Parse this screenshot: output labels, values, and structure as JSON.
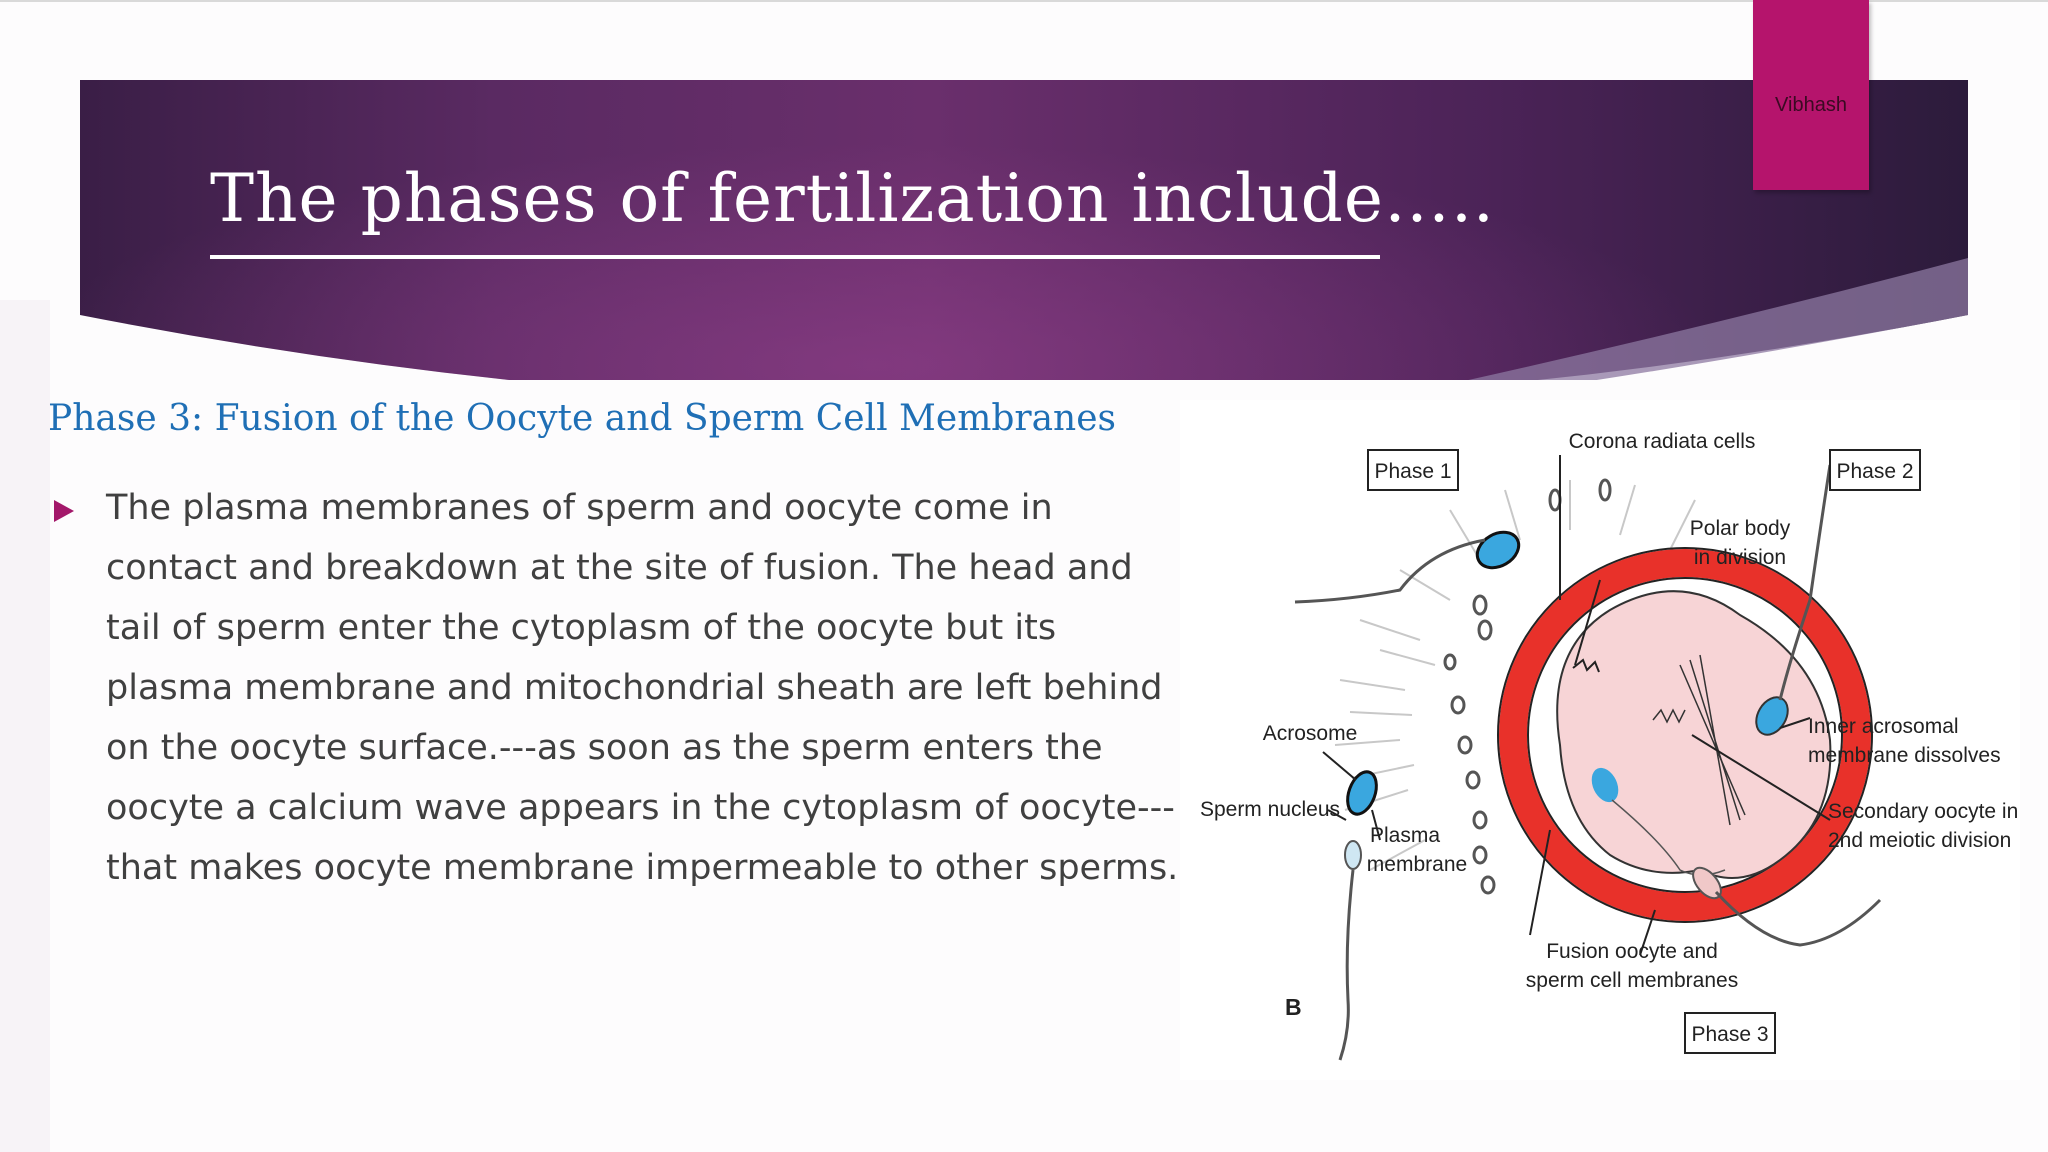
{
  "slide": {
    "title": "The phases of fertilization include…..",
    "tag": "Vibhash",
    "heading": "Phase 3: Fusion of the Oocyte and  Sperm Cell Membranes",
    "body": "The plasma membranes of sperm and oocyte come in contact and breakdown at the site of fusion. The head and tail of sperm enter the cytoplasm of the oocyte but its plasma membrane and mitochondrial sheath are left behind on the oocyte surface.---as soon as the sperm enters the oocyte a calcium wave appears in the cytoplasm of oocyte---that makes oocyte membrane impermeable to  other sperms."
  },
  "colors": {
    "banner": "#5a2a62",
    "tag": "#b5146c",
    "heading": "#1f6fb5",
    "bullet": "#a3186a",
    "zona": "#e8312a"
  },
  "figure": {
    "labels": {
      "phase1": "Phase 1",
      "phase2": "Phase 2",
      "phase3": "Phase 3",
      "corona": "Corona radiata cells",
      "polar1": "Polar body",
      "polar2": "in division",
      "acrosome": "Acrosome",
      "sperm_nucleus": "Sperm nucleus",
      "plasma1": "Plasma",
      "plasma2": "membrane",
      "inner1": "Inner acrosomal",
      "inner2": "membrane dissolves",
      "secondary1": "Secondary oocyte in",
      "secondary2": "2nd meiotic division",
      "fusion1": "Fusion oocyte and",
      "fusion2": "sperm cell membranes",
      "panel": "B"
    }
  }
}
